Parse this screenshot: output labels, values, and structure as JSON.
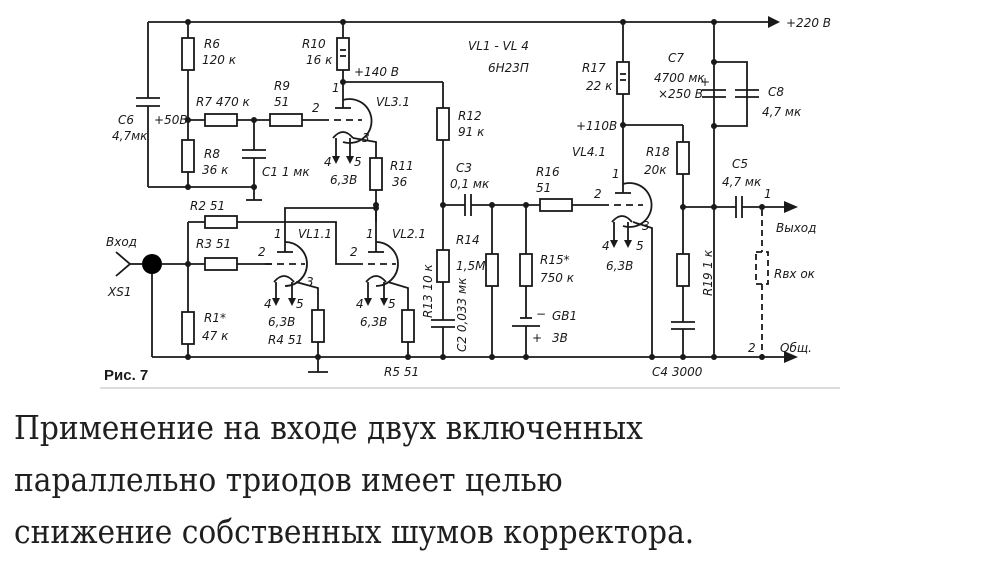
{
  "figure": {
    "label": "Рис. 7",
    "tube_type_label": "VL1 - VL 4",
    "tube_model": "6Н23П",
    "supply": "+220 В",
    "nodes": {
      "v50": "+50В",
      "v140": "+140 В",
      "v110": "+110В"
    },
    "input": {
      "label": "Вход",
      "connector": "XS1"
    },
    "output": {
      "label": "Выход",
      "common": "Общ.",
      "pin1": "1",
      "pin2": "2",
      "load": "Rвх ок"
    },
    "components": {
      "R1": {
        "name": "R1*",
        "value": "47 к"
      },
      "R2": {
        "name": "R2",
        "value": "51"
      },
      "R3": {
        "name": "R3",
        "value": "51"
      },
      "R4": {
        "name": "R4",
        "value": "51"
      },
      "R5": {
        "name": "R5",
        "value": "51"
      },
      "R6": {
        "name": "R6",
        "value": "120 к"
      },
      "R7": {
        "name": "R7",
        "value": "470 к"
      },
      "R8": {
        "name": "R8",
        "value": "36 к"
      },
      "R9": {
        "name": "R9",
        "value": "51"
      },
      "R10": {
        "name": "R10",
        "value": "16 к"
      },
      "R11": {
        "name": "R11",
        "value": "36"
      },
      "R12": {
        "name": "R12",
        "value": "91 к"
      },
      "R13": {
        "name": "R13",
        "value": "10 к"
      },
      "R14": {
        "name": "R14",
        "value": "1,5М"
      },
      "R15": {
        "name": "R15*",
        "value": "750 к"
      },
      "R16": {
        "name": "R16",
        "value": "51"
      },
      "R17": {
        "name": "R17",
        "value": "22 к"
      },
      "R18": {
        "name": "R18",
        "value": "20к"
      },
      "R19": {
        "name": "R19",
        "value": "1 к"
      },
      "C1": {
        "name": "C1",
        "value": "1 мк"
      },
      "C2": {
        "name": "C2",
        "value": "0,033 мк"
      },
      "C3": {
        "name": "C3",
        "value": "0,1 мк"
      },
      "C4": {
        "name": "C4",
        "value": "3000"
      },
      "C5": {
        "name": "C5",
        "value": "4,7 мк"
      },
      "C6": {
        "name": "C6",
        "value": "4,7мк"
      },
      "C7": {
        "name": "C7",
        "value": "4700 мк",
        "rating": "×250 В"
      },
      "C8": {
        "name": "C8",
        "value": "4,7 мк"
      },
      "GB1": {
        "name": "GB1",
        "value": "3В"
      }
    },
    "tubes": {
      "VL1": "VL1.1",
      "VL2": "VL2.1",
      "VL3": "VL3.1",
      "VL4": "VL4.1",
      "heater": "6,3В",
      "pins": {
        "anode": "1",
        "grid": "2",
        "cathode": "3",
        "h1": "4",
        "h2": "5"
      }
    }
  },
  "caption": {
    "lines": [
      "Применение на входе двух включенных",
      "параллельно триодов имеет целью",
      "снижение собственных шумов корректора."
    ]
  }
}
